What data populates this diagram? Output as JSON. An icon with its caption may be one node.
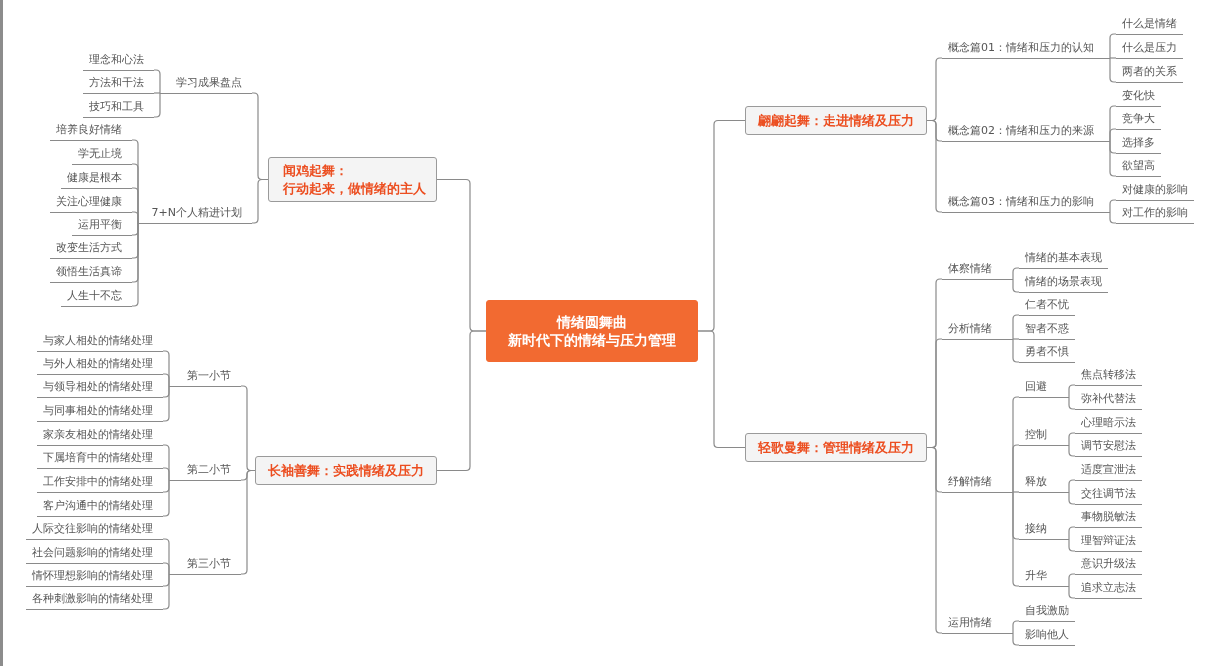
{
  "diagram": {
    "nodes": [
      {
        "text": [
          "情绪圆舞曲",
          "新时代下的情绪与压力管理"
        ]
      },
      {
        "text": [
          "闻鸡起舞：",
          "行动起来，做情绪的主人"
        ]
      },
      {
        "text": [
          "学习成果盘点"
        ]
      },
      {
        "text": [
          "理念和心法"
        ]
      },
      {
        "text": [
          "方法和干法"
        ]
      },
      {
        "text": [
          "技巧和工具"
        ]
      },
      {
        "text": [
          "7+N个人精进计划"
        ]
      },
      {
        "text": [
          "培养良好情绪"
        ]
      },
      {
        "text": [
          "学无止境"
        ]
      },
      {
        "text": [
          "健康是根本"
        ]
      },
      {
        "text": [
          "关注心理健康"
        ]
      },
      {
        "text": [
          "运用平衡"
        ]
      },
      {
        "text": [
          "改变生活方式"
        ]
      },
      {
        "text": [
          "领悟生活真谛"
        ]
      },
      {
        "text": [
          "人生十不忘"
        ]
      },
      {
        "text": [
          "长袖善舞：实践情绪及压力"
        ]
      },
      {
        "text": [
          "第一小节"
        ]
      },
      {
        "text": [
          "与家人相处的情绪处理"
        ]
      },
      {
        "text": [
          "与外人相处的情绪处理"
        ]
      },
      {
        "text": [
          "与领导相处的情绪处理"
        ]
      },
      {
        "text": [
          "与同事相处的情绪处理"
        ]
      },
      {
        "text": [
          "第二小节"
        ]
      },
      {
        "text": [
          "家亲友相处的情绪处理"
        ]
      },
      {
        "text": [
          "下属培育中的情绪处理"
        ]
      },
      {
        "text": [
          "工作安排中的情绪处理"
        ]
      },
      {
        "text": [
          "客户沟通中的情绪处理"
        ]
      },
      {
        "text": [
          "第三小节"
        ]
      },
      {
        "text": [
          "人际交往影响的情绪处理"
        ]
      },
      {
        "text": [
          "社会问题影响的情绪处理"
        ]
      },
      {
        "text": [
          "情怀理想影响的情绪处理"
        ]
      },
      {
        "text": [
          "各种刺激影响的情绪处理"
        ]
      },
      {
        "text": [
          "翩翩起舞：走进情绪及压力"
        ]
      },
      {
        "text": [
          "概念篇01：情绪和压力的认知"
        ]
      },
      {
        "text": [
          "什么是情绪"
        ]
      },
      {
        "text": [
          "什么是压力"
        ]
      },
      {
        "text": [
          "两者的关系"
        ]
      },
      {
        "text": [
          "概念篇02：情绪和压力的来源"
        ]
      },
      {
        "text": [
          "变化快"
        ]
      },
      {
        "text": [
          "竞争大"
        ]
      },
      {
        "text": [
          "选择多"
        ]
      },
      {
        "text": [
          "欲望高"
        ]
      },
      {
        "text": [
          "概念篇03：情绪和压力的影响"
        ]
      },
      {
        "text": [
          "对健康的影响"
        ]
      },
      {
        "text": [
          "对工作的影响"
        ]
      },
      {
        "text": [
          "轻歌曼舞：管理情绪及压力"
        ]
      },
      {
        "text": [
          "体察情绪"
        ]
      },
      {
        "text": [
          "情绪的基本表现"
        ]
      },
      {
        "text": [
          "情绪的场景表现"
        ]
      },
      {
        "text": [
          "分析情绪"
        ]
      },
      {
        "text": [
          "仁者不忧"
        ]
      },
      {
        "text": [
          "智者不惑"
        ]
      },
      {
        "text": [
          "勇者不惧"
        ]
      },
      {
        "text": [
          "纾解情绪"
        ]
      },
      {
        "text": [
          "回避"
        ]
      },
      {
        "text": [
          "焦点转移法"
        ]
      },
      {
        "text": [
          "弥补代替法"
        ]
      },
      {
        "text": [
          "控制"
        ]
      },
      {
        "text": [
          "心理暗示法"
        ]
      },
      {
        "text": [
          "调节安慰法"
        ]
      },
      {
        "text": [
          "释放"
        ]
      },
      {
        "text": [
          "适度宣泄法"
        ]
      },
      {
        "text": [
          "交往调节法"
        ]
      },
      {
        "text": [
          "接纳"
        ]
      },
      {
        "text": [
          "事物脱敏法"
        ]
      },
      {
        "text": [
          "理智辩证法"
        ]
      },
      {
        "text": [
          "升华"
        ]
      },
      {
        "text": [
          "意识升级法"
        ]
      },
      {
        "text": [
          "追求立志法"
        ]
      },
      {
        "text": [
          "运用情绪"
        ]
      },
      {
        "text": [
          "自我激励"
        ]
      },
      {
        "text": [
          "影响他人"
        ]
      }
    ],
    "edges": [
      {
        "from": 0,
        "to": 1,
        "arrow": "none"
      },
      {
        "from": 0,
        "to": 15,
        "arrow": "none"
      },
      {
        "from": 0,
        "to": 31,
        "arrow": "none"
      },
      {
        "from": 0,
        "to": 44,
        "arrow": "none"
      },
      {
        "from": 1,
        "to": 2,
        "arrow": "none"
      },
      {
        "from": 1,
        "to": 6,
        "arrow": "none"
      },
      {
        "from": 2,
        "to": 3,
        "arrow": "none"
      },
      {
        "from": 2,
        "to": 4,
        "arrow": "none"
      },
      {
        "from": 2,
        "to": 5,
        "arrow": "none"
      },
      {
        "from": 6,
        "to": 7,
        "arrow": "none"
      },
      {
        "from": 6,
        "to": 8,
        "arrow": "none"
      },
      {
        "from": 6,
        "to": 9,
        "arrow": "none"
      },
      {
        "from": 6,
        "to": 10,
        "arrow": "none"
      },
      {
        "from": 6,
        "to": 11,
        "arrow": "none"
      },
      {
        "from": 6,
        "to": 12,
        "arrow": "none"
      },
      {
        "from": 6,
        "to": 13,
        "arrow": "none"
      },
      {
        "from": 6,
        "to": 14,
        "arrow": "none"
      },
      {
        "from": 15,
        "to": 16,
        "arrow": "none"
      },
      {
        "from": 15,
        "to": 21,
        "arrow": "none"
      },
      {
        "from": 15,
        "to": 26,
        "arrow": "none"
      },
      {
        "from": 16,
        "to": 17,
        "arrow": "none"
      },
      {
        "from": 16,
        "to": 18,
        "arrow": "none"
      },
      {
        "from": 16,
        "to": 19,
        "arrow": "none"
      },
      {
        "from": 16,
        "to": 20,
        "arrow": "none"
      },
      {
        "from": 21,
        "to": 22,
        "arrow": "none"
      },
      {
        "from": 21,
        "to": 23,
        "arrow": "none"
      },
      {
        "from": 21,
        "to": 24,
        "arrow": "none"
      },
      {
        "from": 21,
        "to": 25,
        "arrow": "none"
      },
      {
        "from": 26,
        "to": 27,
        "arrow": "none"
      },
      {
        "from": 26,
        "to": 28,
        "arrow": "none"
      },
      {
        "from": 26,
        "to": 29,
        "arrow": "none"
      },
      {
        "from": 26,
        "to": 30,
        "arrow": "none"
      },
      {
        "from": 31,
        "to": 32,
        "arrow": "none"
      },
      {
        "from": 31,
        "to": 36,
        "arrow": "none"
      },
      {
        "from": 31,
        "to": 41,
        "arrow": "none"
      },
      {
        "from": 32,
        "to": 33,
        "arrow": "none"
      },
      {
        "from": 32,
        "to": 34,
        "arrow": "none"
      },
      {
        "from": 32,
        "to": 35,
        "arrow": "none"
      },
      {
        "from": 36,
        "to": 37,
        "arrow": "none"
      },
      {
        "from": 36,
        "to": 38,
        "arrow": "none"
      },
      {
        "from": 36,
        "to": 39,
        "arrow": "none"
      },
      {
        "from": 36,
        "to": 40,
        "arrow": "none"
      },
      {
        "from": 41,
        "to": 42,
        "arrow": "none"
      },
      {
        "from": 41,
        "to": 43,
        "arrow": "none"
      },
      {
        "from": 44,
        "to": 45,
        "arrow": "none"
      },
      {
        "from": 44,
        "to": 48,
        "arrow": "none"
      },
      {
        "from": 44,
        "to": 52,
        "arrow": "none"
      },
      {
        "from": 44,
        "to": 68,
        "arrow": "none"
      },
      {
        "from": 45,
        "to": 46,
        "arrow": "none"
      },
      {
        "from": 45,
        "to": 47,
        "arrow": "none"
      },
      {
        "from": 48,
        "to": 49,
        "arrow": "none"
      },
      {
        "from": 48,
        "to": 50,
        "arrow": "none"
      },
      {
        "from": 48,
        "to": 51,
        "arrow": "none"
      },
      {
        "from": 52,
        "to": 53,
        "arrow": "none"
      },
      {
        "from": 52,
        "to": 56,
        "arrow": "none"
      },
      {
        "from": 52,
        "to": 59,
        "arrow": "none"
      },
      {
        "from": 52,
        "to": 62,
        "arrow": "none"
      },
      {
        "from": 52,
        "to": 65,
        "arrow": "none"
      },
      {
        "from": 53,
        "to": 54,
        "arrow": "none"
      },
      {
        "from": 53,
        "to": 55,
        "arrow": "none"
      },
      {
        "from": 56,
        "to": 57,
        "arrow": "none"
      },
      {
        "from": 56,
        "to": 58,
        "arrow": "none"
      },
      {
        "from": 59,
        "to": 60,
        "arrow": "none"
      },
      {
        "from": 59,
        "to": 61,
        "arrow": "none"
      },
      {
        "from": 62,
        "to": 63,
        "arrow": "none"
      },
      {
        "from": 62,
        "to": 64,
        "arrow": "none"
      },
      {
        "from": 65,
        "to": 66,
        "arrow": "none"
      },
      {
        "from": 65,
        "to": 67,
        "arrow": "none"
      },
      {
        "from": 68,
        "to": 69,
        "arrow": "none"
      },
      {
        "from": 68,
        "to": 70,
        "arrow": "none"
      }
    ]
  }
}
